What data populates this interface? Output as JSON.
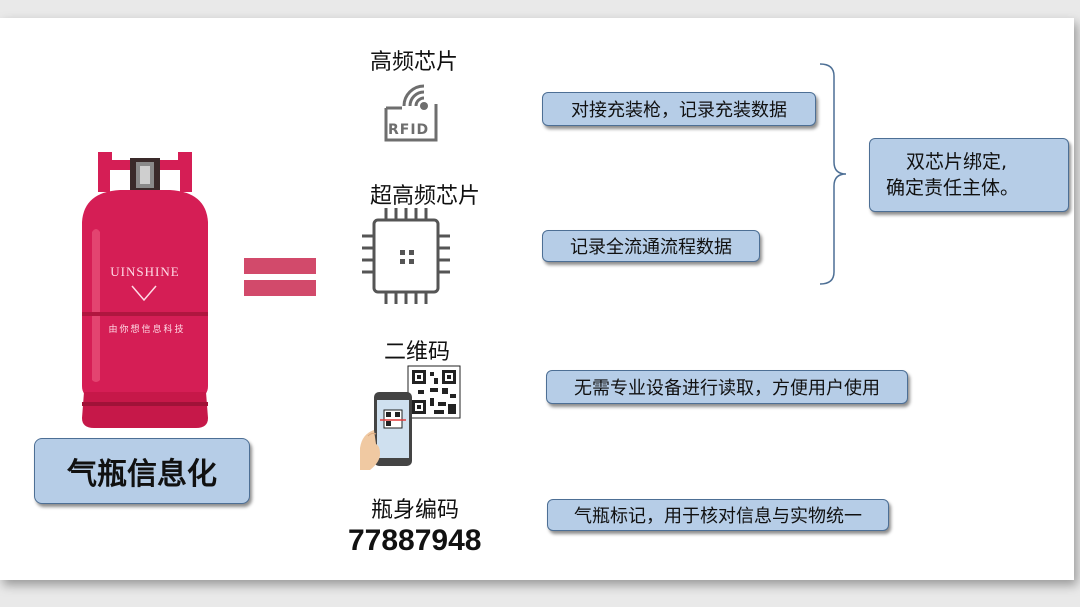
{
  "cylinder": {
    "brand": "UINSHINE",
    "slogan": "由你想信息科技",
    "color": "#d51e55"
  },
  "main_label": "气瓶信息化",
  "equals_color": "#d24a6b",
  "items": {
    "hf_chip": {
      "title": "高频芯片",
      "icon": "rfid-icon",
      "icon_text": "RFID"
    },
    "uhf_chip": {
      "title": "超高频芯片",
      "icon": "chip-icon"
    },
    "qr": {
      "title": "二维码",
      "icon": "phone-qr-scan-icon"
    },
    "serial": {
      "title": "瓶身编码",
      "value": "77887948"
    }
  },
  "descriptions": {
    "hf": "对接充装枪，记录充装数据",
    "uhf": "记录全流通流程数据",
    "qr": "无需专业设备进行读取，方便用户使用",
    "serial": "气瓶标记，用于核对信息与实物统一"
  },
  "summary": {
    "line1": "双芯片绑定,",
    "line2": "确定责任主体。"
  },
  "colors": {
    "box_fill": "#b6cde7",
    "box_border": "#4d6f95"
  }
}
